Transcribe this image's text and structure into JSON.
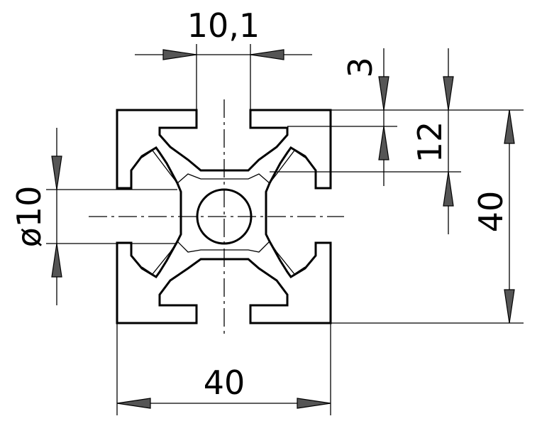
{
  "drawing": {
    "dimensions": {
      "slot_width": "10,1",
      "slot_depth": "3",
      "groove_height": "12",
      "profile_height": "40",
      "bore_diameter": "ø10",
      "profile_width": "40"
    }
  }
}
